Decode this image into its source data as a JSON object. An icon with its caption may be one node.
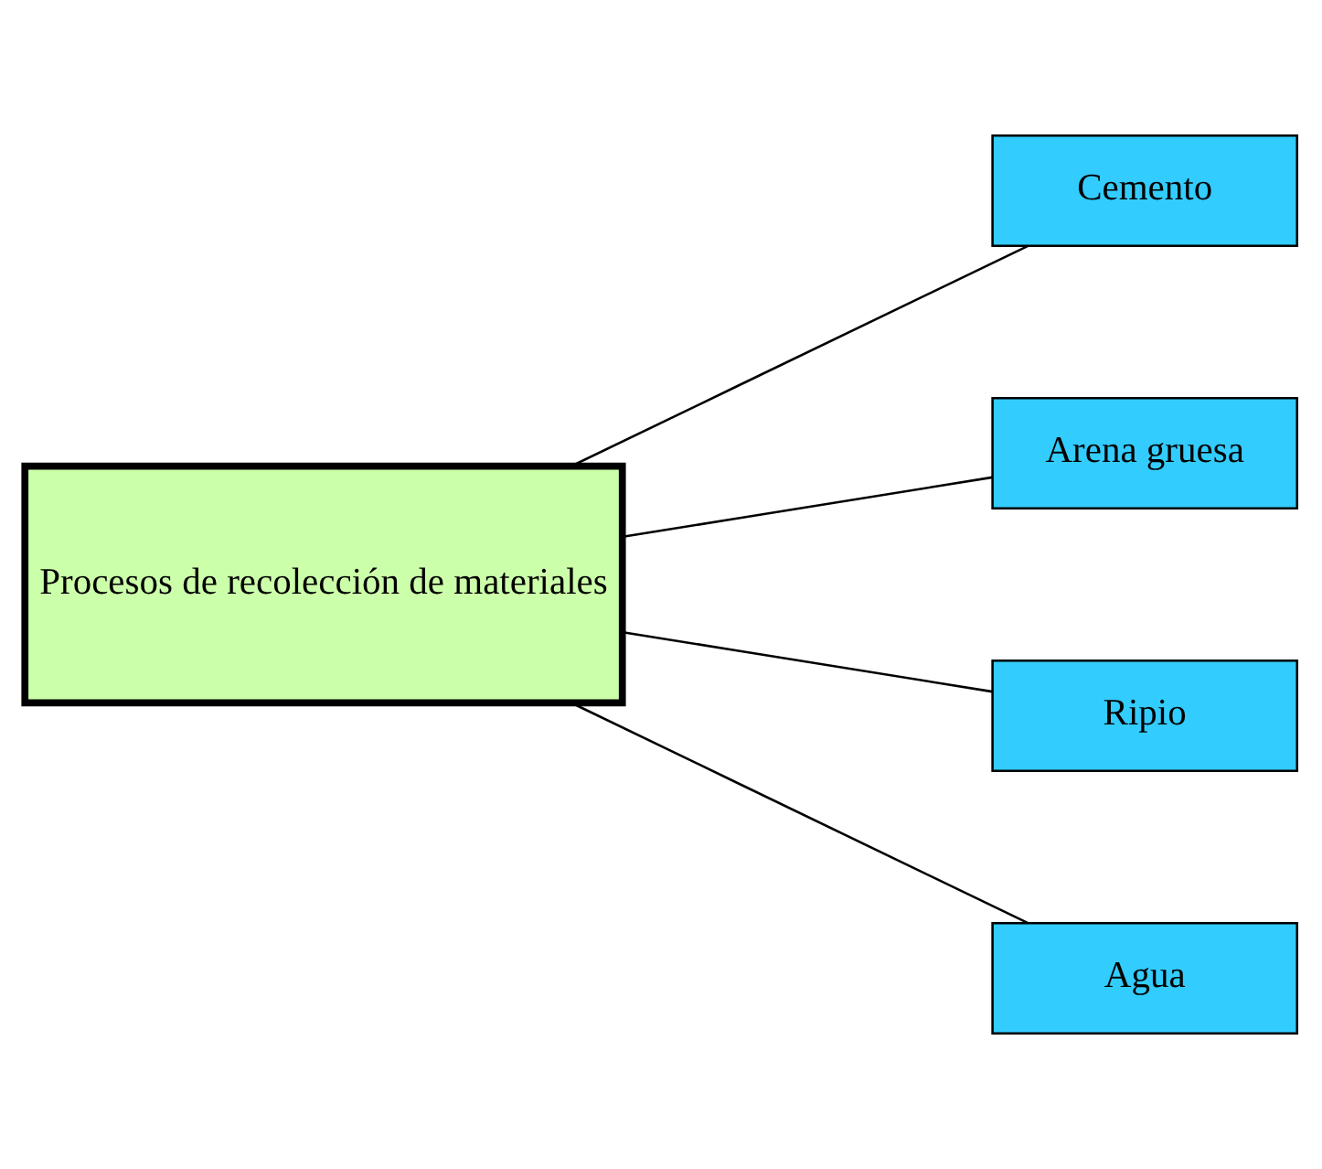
{
  "diagram": {
    "nodes": [
      {
        "text": [
          "Procesos de recolección de materiales"
        ]
      },
      {
        "text": [
          "Cemento"
        ]
      },
      {
        "text": [
          "Arena gruesa"
        ]
      },
      {
        "text": [
          "Ripio"
        ]
      },
      {
        "text": [
          "Agua"
        ]
      }
    ],
    "edges": [
      {
        "from": 0,
        "to": 1,
        "arrow": "none"
      },
      {
        "from": 0,
        "to": 2,
        "arrow": "none"
      },
      {
        "from": 0,
        "to": 3,
        "arrow": "none"
      },
      {
        "from": 0,
        "to": 4,
        "arrow": "none"
      }
    ]
  }
}
